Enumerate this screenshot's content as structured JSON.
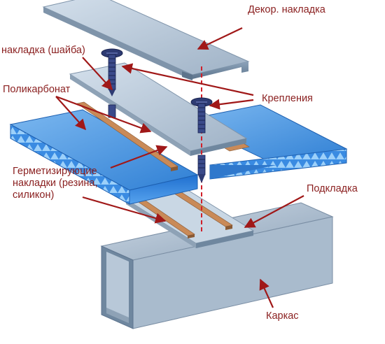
{
  "labels": {
    "decor_cover": "Декор. накладка",
    "washer": "накладка (шайба)",
    "polycarbonate": "Поликарбонат",
    "fasteners": "Крепления",
    "sealing_line1": "Герметизируюцие",
    "sealing_line2": "накладки (резина,",
    "sealing_line3": "силикон)",
    "underlay": "Подкладка",
    "frame": "Каркас"
  },
  "colors": {
    "label_text": "#8a1f1f",
    "arrow": "#a01818",
    "metal_light": "#c3d3e3",
    "metal_mid": "#9fb3c8",
    "metal_dark": "#6f879f",
    "polycarbonate": "#3d8fe0",
    "rubber_strip": "#c98a58",
    "screw": "#2e3b73",
    "axis_line": "#d0202a"
  }
}
